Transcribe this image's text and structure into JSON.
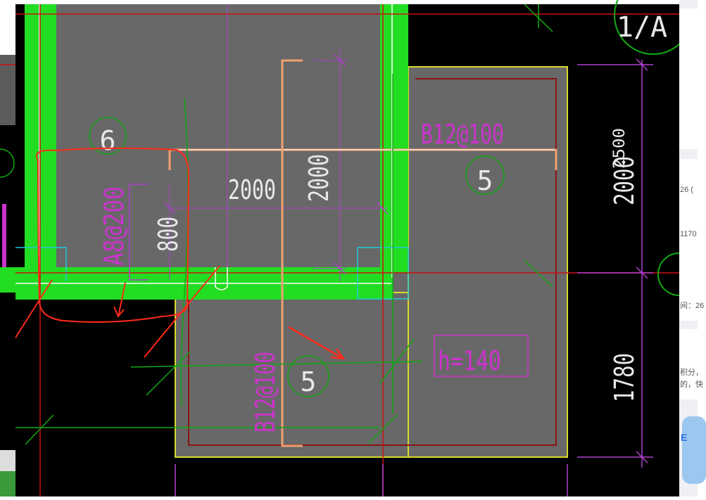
{
  "drawing": {
    "grid_label": "1/A",
    "rebar_horizontal": "B12@100",
    "rebar_vertical": "B12@100",
    "rebar_left": "A8@200",
    "dim_2000_a": "2000",
    "dim_2000_b": "2000",
    "dim_800": "800",
    "dim_right_top": "2000",
    "dim_right_top_overlap": "2500",
    "dim_right_bottom": "1780",
    "slab_thickness": "h=140",
    "slab_id_top_left": "6",
    "slab_id_right": "5",
    "slab_id_bottom": "5"
  },
  "side_panel": {
    "text_1": "26 (",
    "text_2": "1170",
    "text_3": "间：26",
    "text_4": "积分，",
    "text_5": "的，快",
    "brand_letter": "E"
  },
  "colors": {
    "background": "#000000",
    "slab_fill": "#686868",
    "wall_green": "#22dd22",
    "rebar_magenta": "#cc33cc",
    "rebar_orange": "#f0a070",
    "axis_red": "#cc1111",
    "annotation_red": "#ff2a1a",
    "slab_edge_yellow": "#d8d830",
    "dim_purple": "#b040d0",
    "marker_green": "#11aa11",
    "cyan": "#22c8d8"
  }
}
